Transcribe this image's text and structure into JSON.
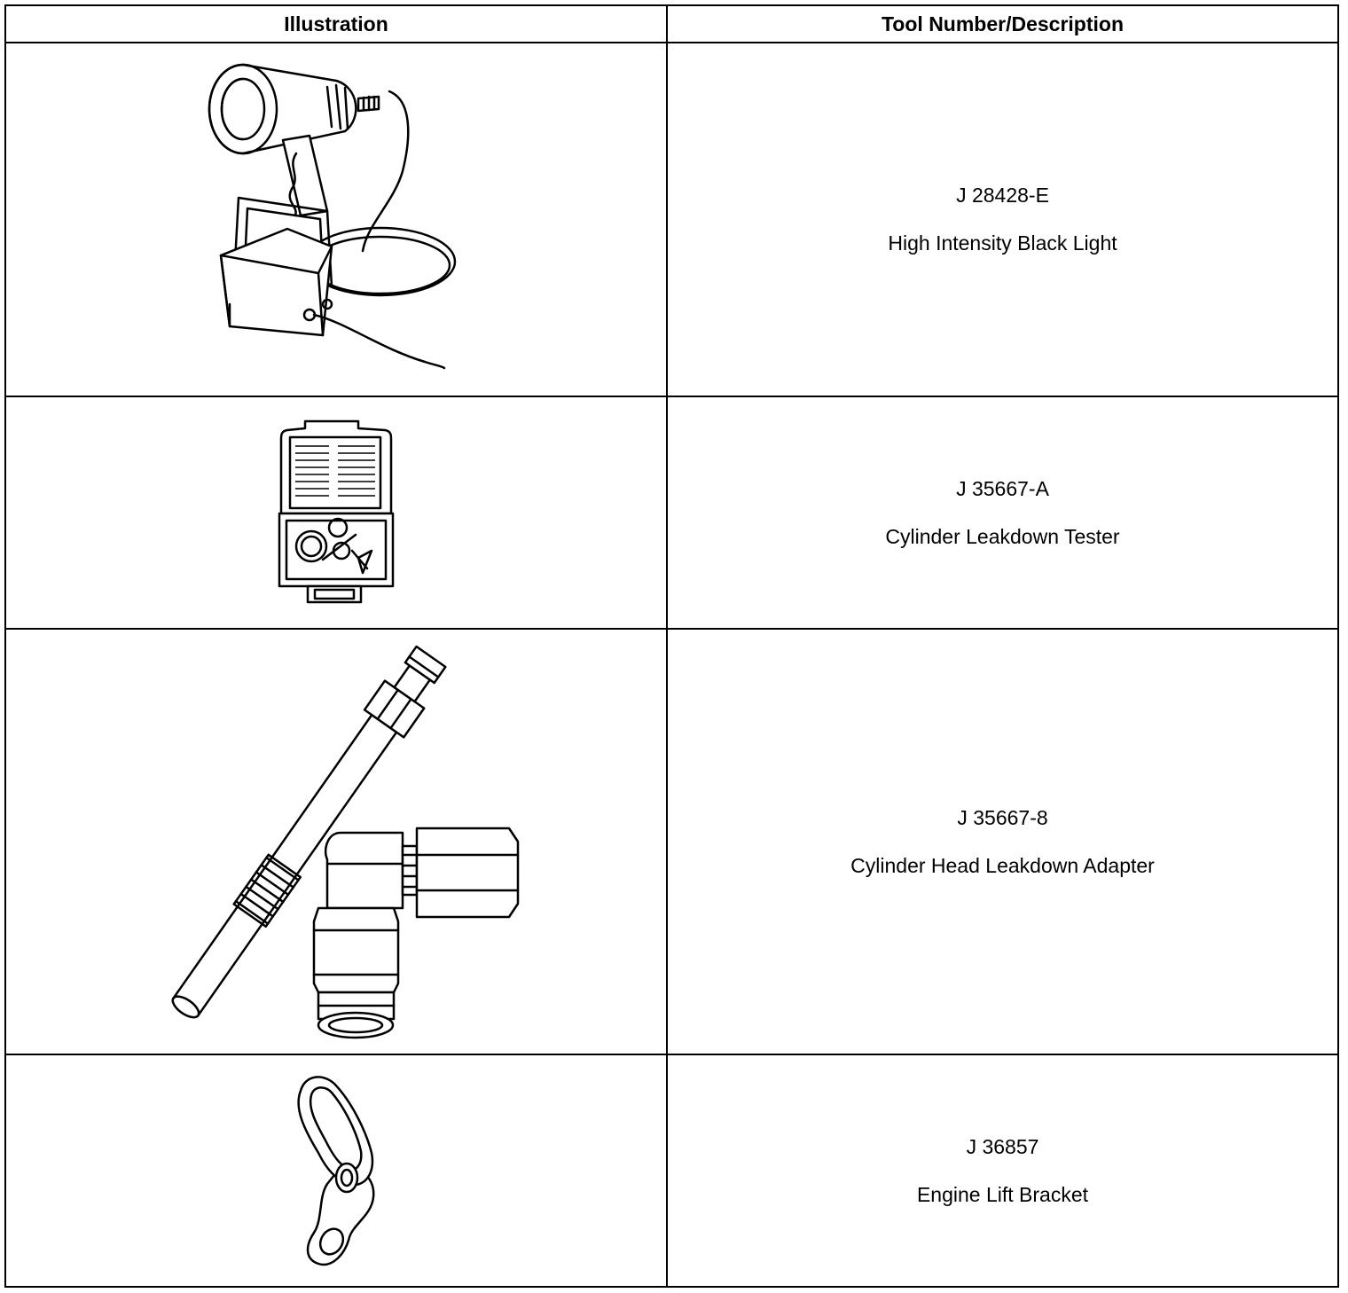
{
  "table": {
    "headers": {
      "illustration": "Illustration",
      "tool": "Tool Number/Description"
    },
    "rows": [
      {
        "number": "J 28428-E",
        "description": "High Intensity Black Light",
        "icon": "black-light-icon"
      },
      {
        "number": "J 35667-A",
        "description": "Cylinder Leakdown Tester",
        "icon": "leakdown-tester-kit-icon"
      },
      {
        "number": "J 35667-8",
        "description": "Cylinder Head Leakdown Adapter",
        "icon": "leakdown-adapter-icon"
      },
      {
        "number": "J 36857",
        "description": "Engine Lift Bracket",
        "icon": "lift-bracket-icon"
      }
    ]
  }
}
